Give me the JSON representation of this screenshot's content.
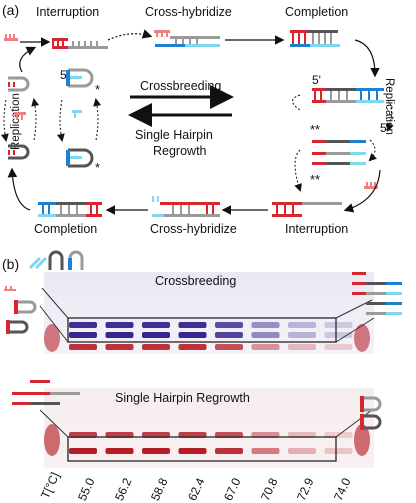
{
  "panel_a": {
    "label": "(a)",
    "steps": {
      "interruption_top": "Interruption",
      "cross_hybridize_top": "Cross-hybridize",
      "completion_top": "Completion",
      "replication_left": "Replication",
      "replication_right": "Replication",
      "completion_bottom": "Completion",
      "cross_hybridize_bottom": "Cross-hybridize",
      "interruption_bottom": "Interruption"
    },
    "center": {
      "crossbreeding": "Crossbreeding",
      "single_hairpin_line1": "Single Hairpin",
      "single_hairpin_line2": "Regrowth"
    },
    "marks": {
      "five_prime_left": "5'",
      "five_prime_right_top": "5'",
      "five_prime_right_bottom": "5'",
      "star_single_top": "*",
      "star_single_bottom": "*",
      "star_double_top": "**",
      "star_double_bottom": "**"
    }
  },
  "panel_b": {
    "label": "(b)",
    "gel_top_title": "Crossbreeding",
    "gel_bottom_title": "Single Hairpin Regrowth",
    "temp_axis_label": "T[°C]",
    "temperatures": [
      "55.0",
      "56.2",
      "58.8",
      "62.4",
      "67.0",
      "70.8",
      "72.9",
      "74.0"
    ]
  },
  "colors": {
    "red": "#d8262e",
    "gray": "#9a9a9a",
    "dark_gray": "#555555",
    "blue": "#1f7fd0",
    "cyan": "#7fd8f0",
    "pink": "#f08080",
    "gel_blue": "#2a1a8a",
    "gel_red": "#b0101a"
  }
}
